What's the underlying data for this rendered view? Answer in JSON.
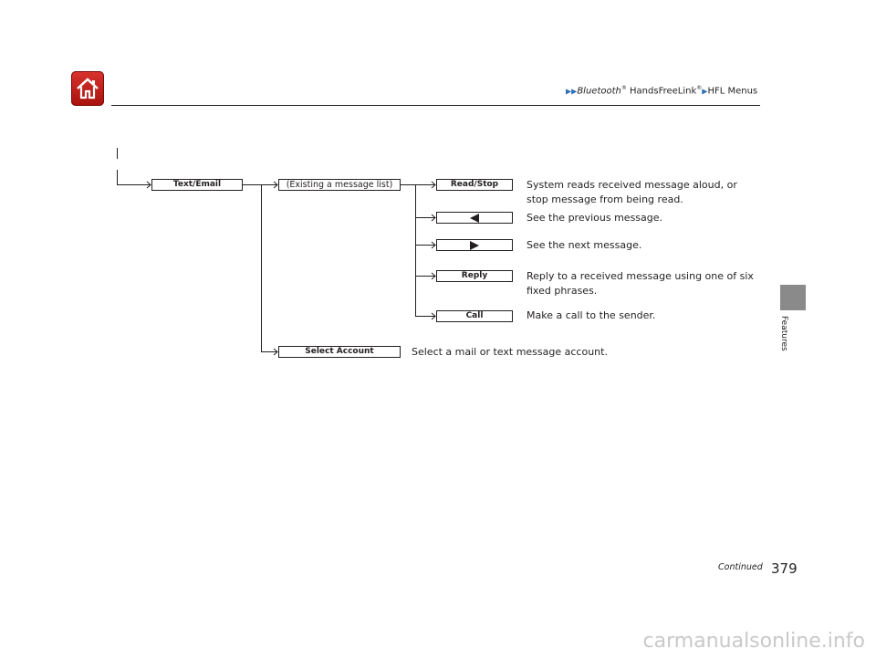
{
  "header": {
    "home_icon": "home-icon",
    "breadcrumb": {
      "part1": "Bluetooth",
      "reg": "®",
      "part2": " HandsFreeLink",
      "reg2": "®",
      "part3": "HFL Menus"
    }
  },
  "side_tab": {
    "label": "Features"
  },
  "menu": {
    "text_email": "Text/Email",
    "existing_list": "(Existing a message list)",
    "read_stop": "Read/Stop",
    "read_stop_desc": [
      "System reads received message aloud, or",
      "stop message from being read."
    ],
    "previous_desc": "See the previous message.",
    "next_desc": "See the next message.",
    "reply": "Reply",
    "reply_desc": [
      "Reply to a received message using one of six",
      "fixed phrases."
    ],
    "call": "Call",
    "call_desc": "Make a call to the sender.",
    "select_account": "Select Account",
    "select_account_desc": "Select a mail or text message account."
  },
  "footer": {
    "continued": "Continued",
    "page_number": "379",
    "watermark": "carmanualsonline.info"
  },
  "colors": {
    "accent_red": "#c8201a",
    "breadcrumb_arrow": "#2c6fb7",
    "tab_gray": "#8a8a8a"
  }
}
